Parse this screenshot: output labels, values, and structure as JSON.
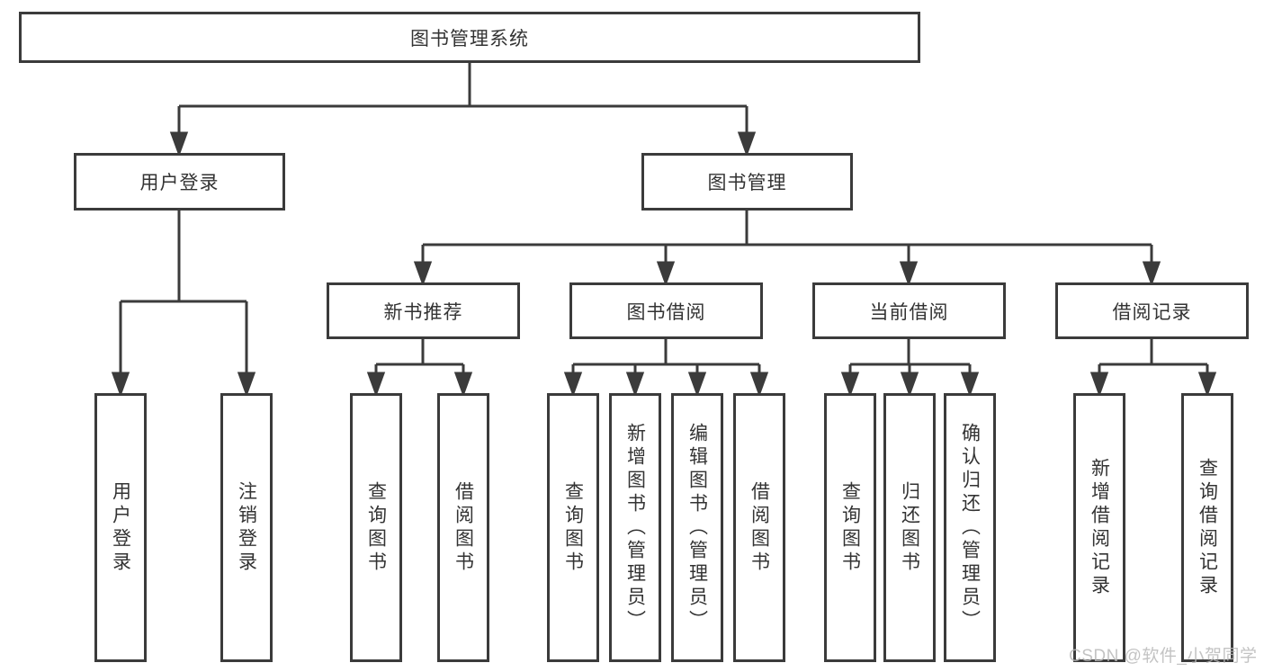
{
  "diagram": {
    "root": {
      "label": "图书管理系统"
    },
    "user_login": {
      "label": "用户登录",
      "children": [
        {
          "label": "用户登录"
        },
        {
          "label": "注销登录"
        }
      ]
    },
    "book_mgmt": {
      "label": "图书管理",
      "children": [
        {
          "label": "新书推荐",
          "children": [
            {
              "label": "查询图书"
            },
            {
              "label": "借阅图书"
            }
          ]
        },
        {
          "label": "图书借阅",
          "children": [
            {
              "label": "查询图书"
            },
            {
              "label": "新增图书（管理员）"
            },
            {
              "label": "编辑图书（管理员）"
            },
            {
              "label": "借阅图书"
            }
          ]
        },
        {
          "label": "当前借阅",
          "children": [
            {
              "label": "查询图书"
            },
            {
              "label": "归还图书"
            },
            {
              "label": "确认归还（管理员）"
            }
          ]
        },
        {
          "label": "借阅记录",
          "children": [
            {
              "label": "新增借阅记录"
            },
            {
              "label": "查询借阅记录"
            }
          ]
        }
      ]
    },
    "watermark": "CSDN @软件_小贺同学",
    "colors": {
      "line": "#3b3b3b",
      "text": "#333333",
      "watermark": "#b9b9b9"
    }
  }
}
